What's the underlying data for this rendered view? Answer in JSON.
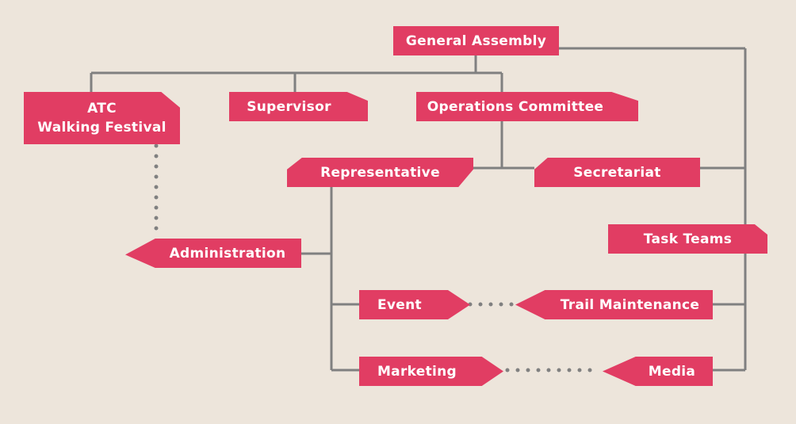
{
  "colors": {
    "background": "#ede5db",
    "node_fill": "#e13d63",
    "node_text": "#ffffff",
    "connector": "#808080"
  },
  "nodes": {
    "general_assembly": "General Assembly",
    "atc_line1": "ATC",
    "atc_line2": "Walking Festival",
    "supervisor": "Supervisor",
    "operations_committee": "Operations Committee",
    "representative": "Representative",
    "secretariat": "Secretariat",
    "administration": "Administration",
    "task_teams": "Task Teams",
    "event": "Event",
    "trail_maintenance": "Trail Maintenance",
    "marketing": "Marketing",
    "media": "Media"
  }
}
